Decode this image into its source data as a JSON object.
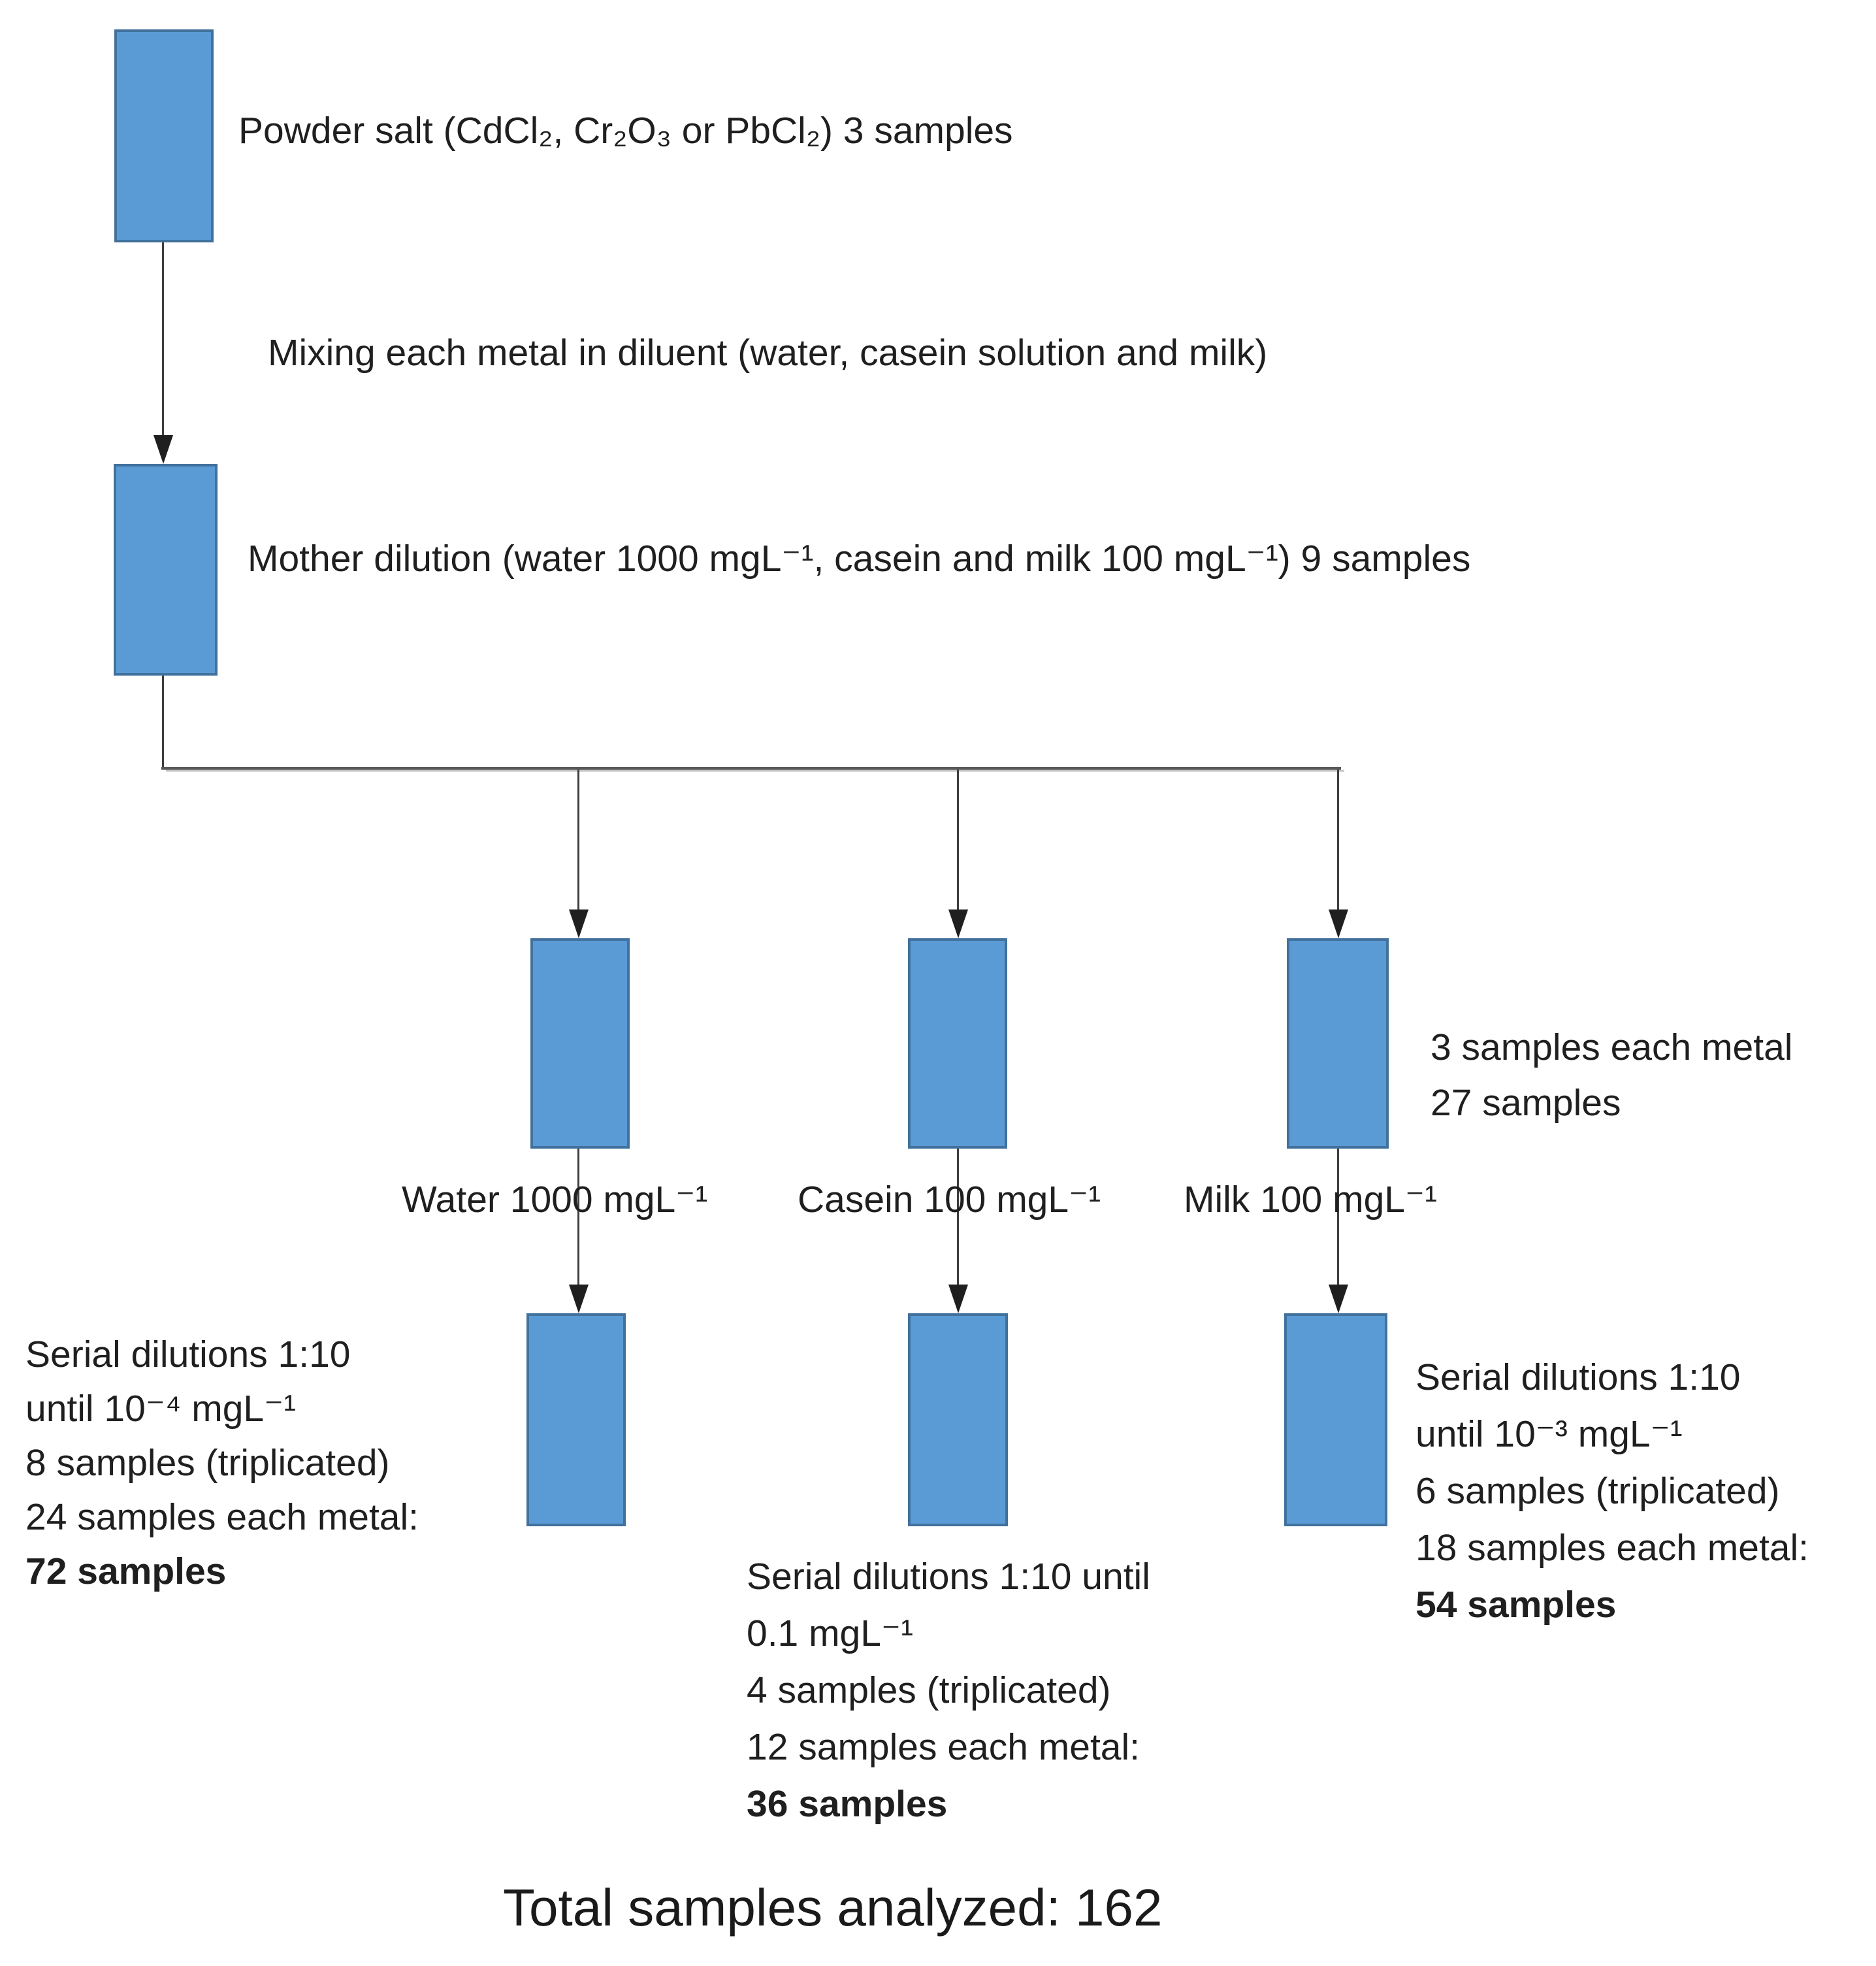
{
  "flow": {
    "powder_label": "Powder salt (CdCl₂, Cr₂O₃ or PbCl₂) 3 samples",
    "mixing_note": "Mixing each metal in diluent (water, casein solution and milk)",
    "mother_label": "Mother dilution (water 1000 mgL⁻¹, casein and milk 100 mgL⁻¹) 9 samples",
    "branch_note_lines": [
      "3 samples each metal",
      "27 samples"
    ],
    "dose_labels": {
      "water": "Water 1000 mgL⁻¹",
      "casein": "Casein 100 mgL⁻¹",
      "milk": "Milk 100 mgL⁻¹"
    },
    "serial_blocks": {
      "water": {
        "lines": [
          "Serial dilutions 1:10",
          "until 10⁻⁴ mgL⁻¹",
          "8 samples (triplicated)",
          "24 samples each metal:",
          "72 samples"
        ]
      },
      "casein": {
        "lines": [
          "Serial dilutions 1:10 until",
          "0.1 mgL⁻¹",
          "4 samples (triplicated)",
          "12 samples each metal:",
          "36 samples"
        ]
      },
      "milk": {
        "lines": [
          "Serial dilutions 1:10",
          "until 10⁻³ mgL⁻¹",
          "6 samples (triplicated)",
          "18 samples each metal:",
          "54 samples"
        ]
      }
    },
    "total_label": "Total samples analyzed: 162"
  },
  "colors": {
    "box_fill": "#5b9bd5",
    "box_border": "#41719c",
    "text": "#1f1f1f",
    "connector_line": "#595959",
    "arrow_line": "#3f3f3f"
  }
}
